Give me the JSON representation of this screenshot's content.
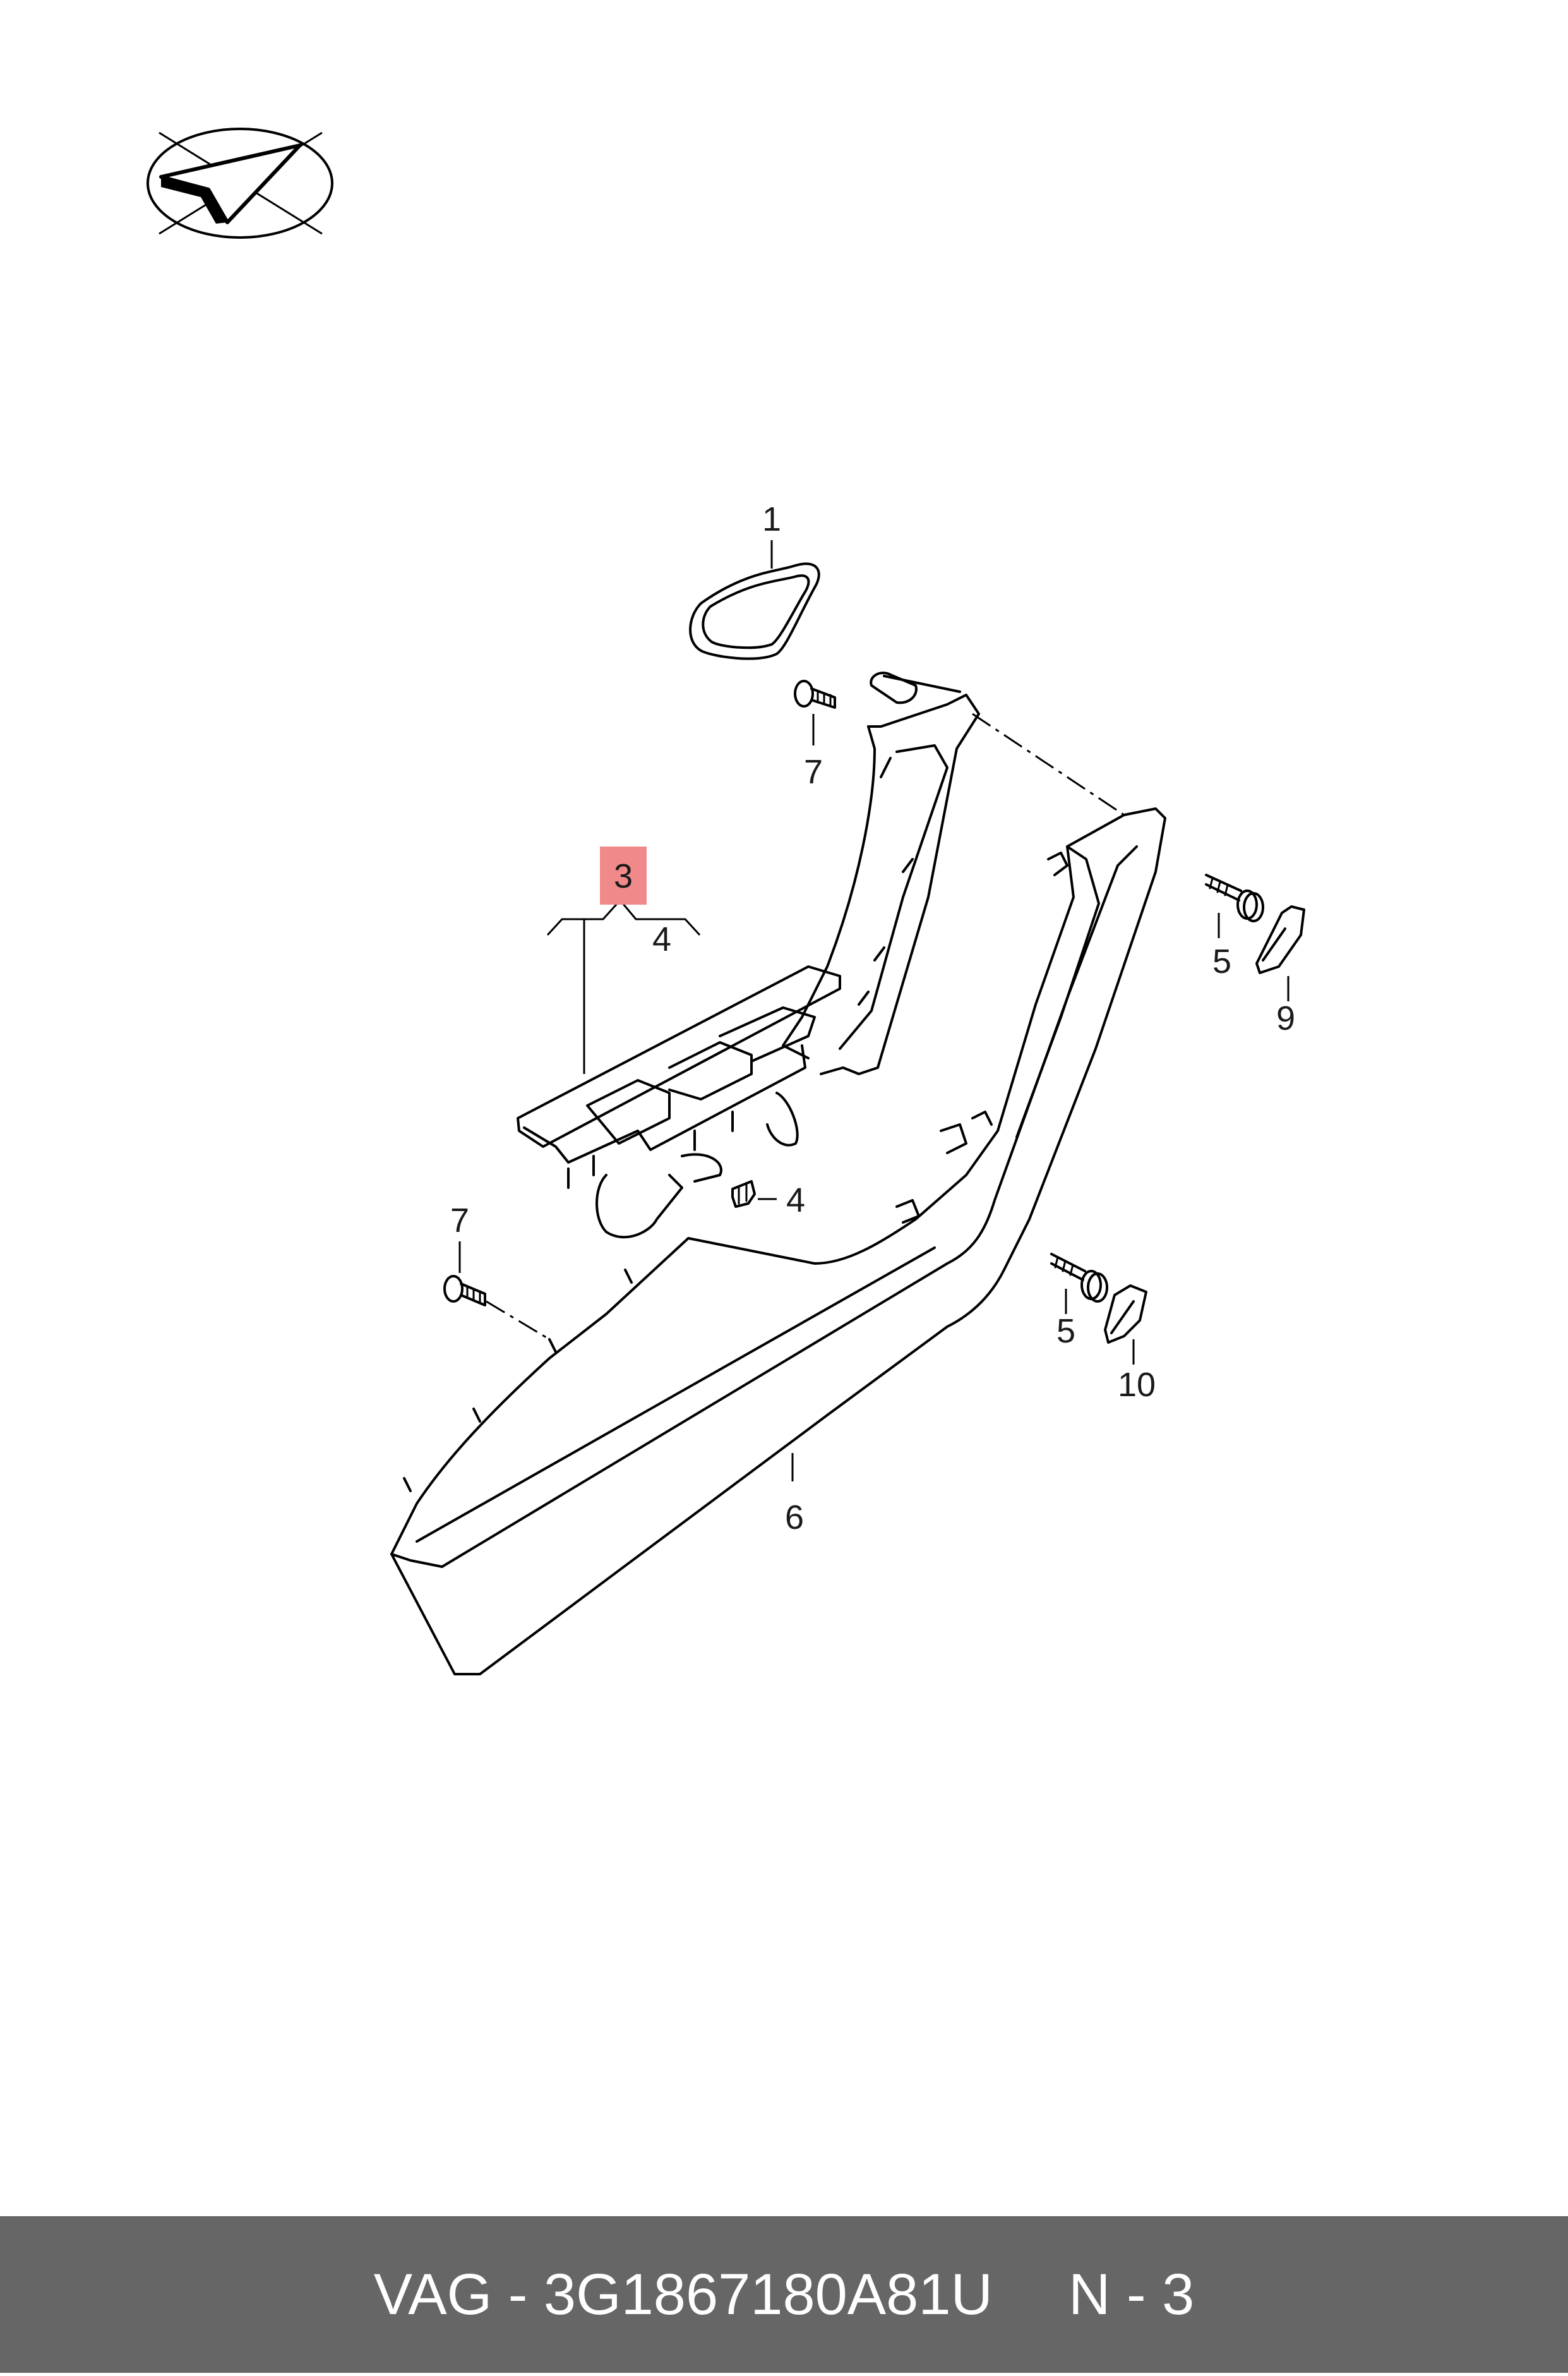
{
  "diagram": {
    "callouts": [
      {
        "id": "c1",
        "text": "1"
      },
      {
        "id": "c7a",
        "text": "7"
      },
      {
        "id": "c3",
        "text": "3"
      },
      {
        "id": "c4a",
        "text": "4"
      },
      {
        "id": "c5a",
        "text": "5"
      },
      {
        "id": "c9",
        "text": "9"
      },
      {
        "id": "c4b",
        "text": "4"
      },
      {
        "id": "c7b",
        "text": "7"
      },
      {
        "id": "c5b",
        "text": "5"
      },
      {
        "id": "c10",
        "text": "10"
      },
      {
        "id": "c6",
        "text": "6"
      }
    ],
    "highlight_color": "#f08a8a"
  },
  "footer": {
    "part_label": "VAG - 3G1867180A81U",
    "page_label": "N - 3"
  }
}
